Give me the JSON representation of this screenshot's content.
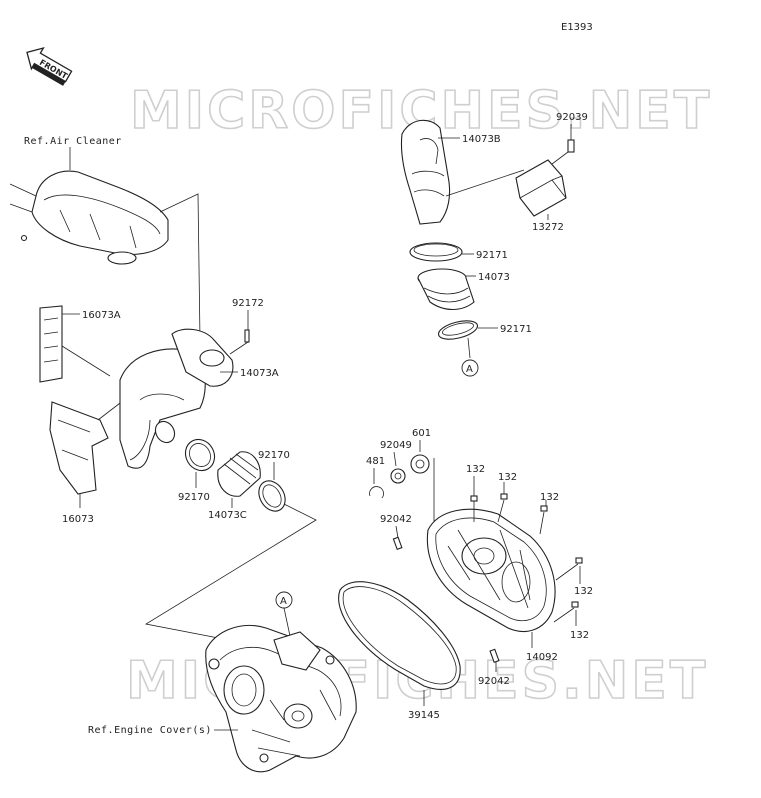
{
  "diagram_id": "E1393",
  "front_label": "FRONT",
  "watermark": "MICROFICHES.NET",
  "callout_letter": "A",
  "references": {
    "air_cleaner": "Ref.Air Cleaner",
    "engine_cover": "Ref.Engine Cover(s)"
  },
  "parts": {
    "duct_14073B": "14073B",
    "bolt_92039": "92039",
    "cover_13272": "13272",
    "clamp_92171_upper": "92171",
    "duct_14073": "14073",
    "clamp_92171_lower": "92171",
    "bolt_92172": "92172",
    "plate_16073A": "16073A",
    "duct_14073A": "14073A",
    "plate_16073": "16073",
    "clamp_92170_left": "92170",
    "duct_14073C": "14073C",
    "clamp_92170_right": "92170",
    "seal_601": "601",
    "collar_92049": "92049",
    "ring_481": "481",
    "pin_92042_upper": "92042",
    "bolt_132_a": "132",
    "bolt_132_b": "132",
    "bolt_132_c": "132",
    "bolt_132_d": "132",
    "bolt_132_e": "132",
    "cover_14092": "14092",
    "gasket_39145": "39145",
    "pin_92042_lower": "92042"
  }
}
